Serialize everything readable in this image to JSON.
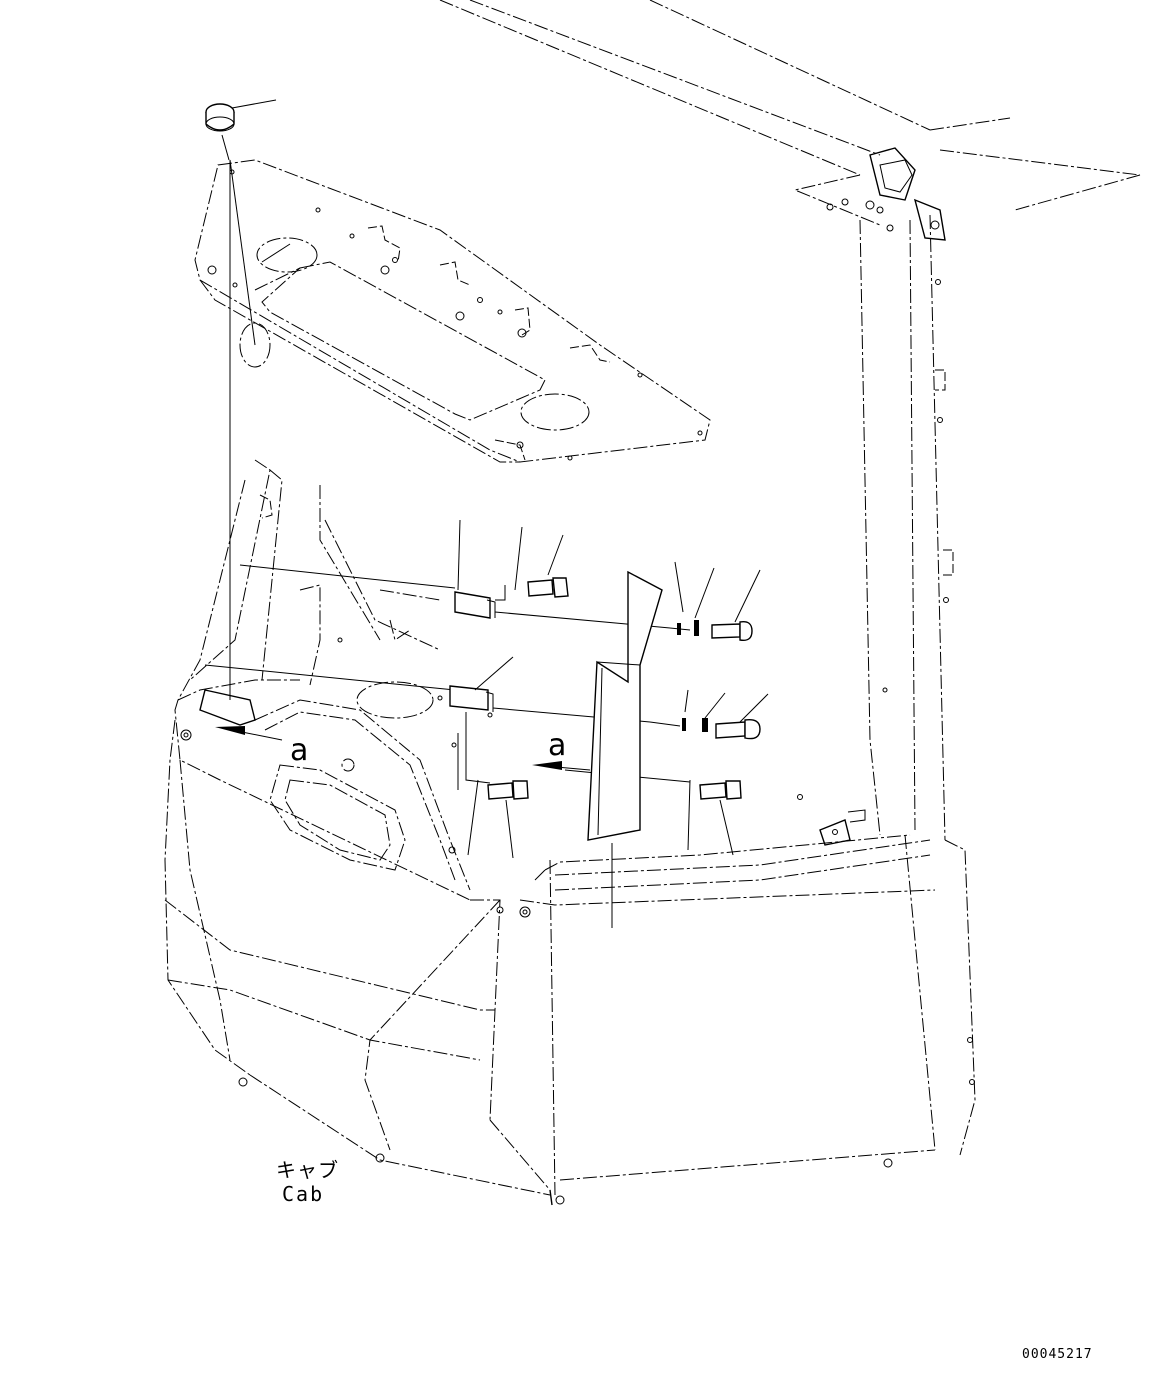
{
  "labels": {
    "ref_mark_left": "a",
    "ref_mark_right": "a",
    "cab_japanese": "キャブ",
    "cab_english": "Cab",
    "document_number": "00045217"
  }
}
